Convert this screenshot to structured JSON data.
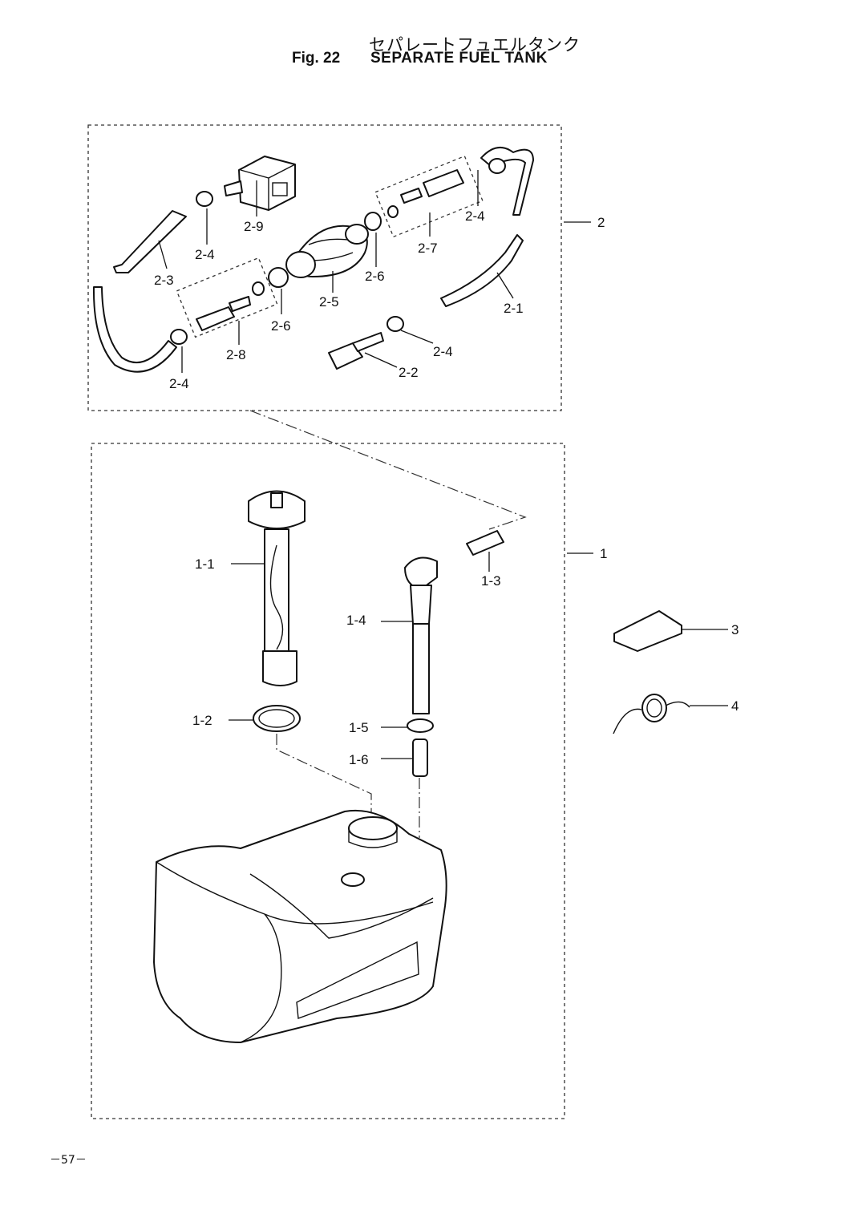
{
  "header": {
    "title_jp": "セパレートフュエルタンク",
    "fig_label": "Fig. 22",
    "title_en": "SEPARATE FUEL TANK"
  },
  "labels": {
    "p1": "1",
    "p1_1": "1-1",
    "p1_2": "1-2",
    "p1_3": "1-3",
    "p1_4": "1-4",
    "p1_5": "1-5",
    "p1_6": "1-6",
    "p2": "2",
    "p2_1": "2-1",
    "p2_2": "2-2",
    "p2_3": "2-3",
    "p2_4": "2-4",
    "p2_5": "2-5",
    "p2_6": "2-6",
    "p2_7": "2-7",
    "p2_8": "2-8",
    "p2_9": "2-9",
    "p3": "3",
    "p4": "4"
  },
  "footer": {
    "page_number": "－57－"
  }
}
